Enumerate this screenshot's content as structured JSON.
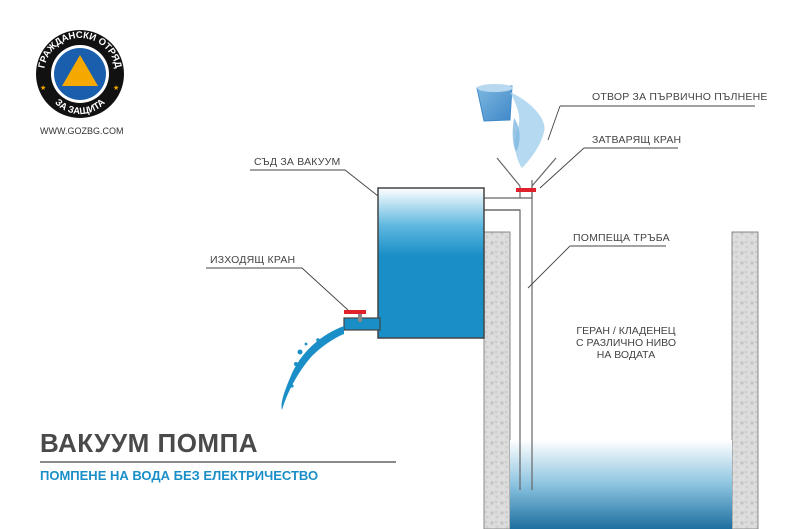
{
  "logo": {
    "top_text": "ГРАЖДАНСКИ ОТРЯД",
    "bottom_text": "ЗА ЗАЩИТА",
    "url": "WWW.GOZBG.COM",
    "colors": {
      "ring": "#111111",
      "field": "#1a5fae",
      "triangle": "#f5a800"
    }
  },
  "labels": {
    "vacuum_vessel": "СЪД ЗА ВАКУУМ",
    "outlet_valve": "ИЗХОДЯЩ КРАН",
    "priming_opening": "ОТВОР ЗА ПЪРВИЧНО ПЪЛНЕНЕ",
    "shutoff_valve": "ЗАТВАРЯЩ КРАН",
    "pumping_pipe": "ПОМПЕЩА ТРЪБА",
    "well_line1": "ГЕРАН / КЛАДЕНЕЦ",
    "well_line2": "С РАЗЛИЧНО НИВО",
    "well_line3": "НА ВОДАТА"
  },
  "title": "ВАКУУМ ПОМПА",
  "subtitle": "ПОМПЕНЕ НА ВОДА БЕЗ ЕЛЕКТРИЧЕСТВО",
  "colors": {
    "water": "#1a8fc7",
    "valve": "#e0202a",
    "stone": "#d9d9d9",
    "outline": "#555555",
    "title": "#4a4a4a",
    "subtitle": "#1a8fc7"
  }
}
